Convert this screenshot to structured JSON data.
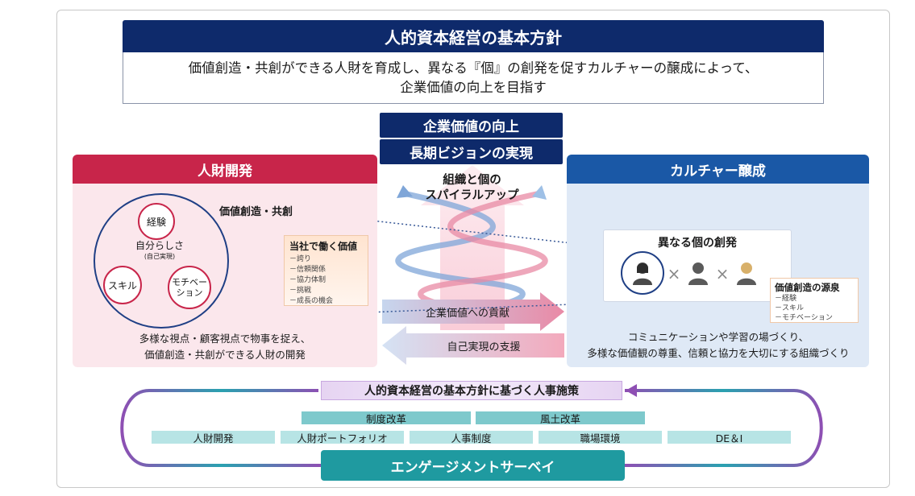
{
  "policy": {
    "title": "人的資本経営の基本方針",
    "line1": "価値創造・共創ができる人財を育成し、異なる『個』の創発を促すカルチャーの醸成によって、",
    "line2": "企業価値の向上を目指す"
  },
  "vision": {
    "top": "企業価値の向上",
    "bottom": "長期ビジョンの実現"
  },
  "spiral": {
    "line1": "組織と個の",
    "line2": "スパイラルアップ"
  },
  "left_panel": {
    "title": "人財開発",
    "value_creation": "価値創造・共創",
    "bubbles": {
      "experience": "経験",
      "self_main": "自分らしさ",
      "self_sub": "(自己実現)",
      "skill": "スキル",
      "motivation_1": "モチベー",
      "motivation_2": "ション"
    },
    "value_box": {
      "title": "当社で働く価値",
      "items": [
        "－誇り",
        "－信頼関係",
        "－協力体制",
        "－挑戦",
        "－成長の機会"
      ]
    },
    "caption_1": "多様な視点・顧客視点で物事を捉え、",
    "caption_2": "価値創造・共創ができる人財の開発"
  },
  "right_panel": {
    "title": "カルチャー醸成",
    "house_title": "異なる個の創発",
    "source_box": {
      "title": "価値創造の源泉",
      "items": [
        "－経験",
        "－スキル",
        "－モチベーション"
      ]
    },
    "caption_1": "コミュニケーションや学習の場づくり、",
    "caption_2": "多様な価値観の尊重、信頼と協力を大切にする組織づくり"
  },
  "arrows": {
    "contribution": "企業価値への貢献",
    "support": "自己実現の支援"
  },
  "hr": {
    "title": "人的資本経営の基本方針に基づく人事施策",
    "row1": [
      "制度改革",
      "風土改革"
    ],
    "row2": [
      "人財開発",
      "人財ポートフォリオ",
      "人事制度",
      "職場環境",
      "DE＆I"
    ],
    "survey": "エンゲージメントサーベイ"
  },
  "colors": {
    "navy": "#0e2a6b",
    "crimson": "#c8254a",
    "blue": "#1a58a6",
    "teal": "#1f9aa0",
    "purple": "#8e4fb3"
  }
}
